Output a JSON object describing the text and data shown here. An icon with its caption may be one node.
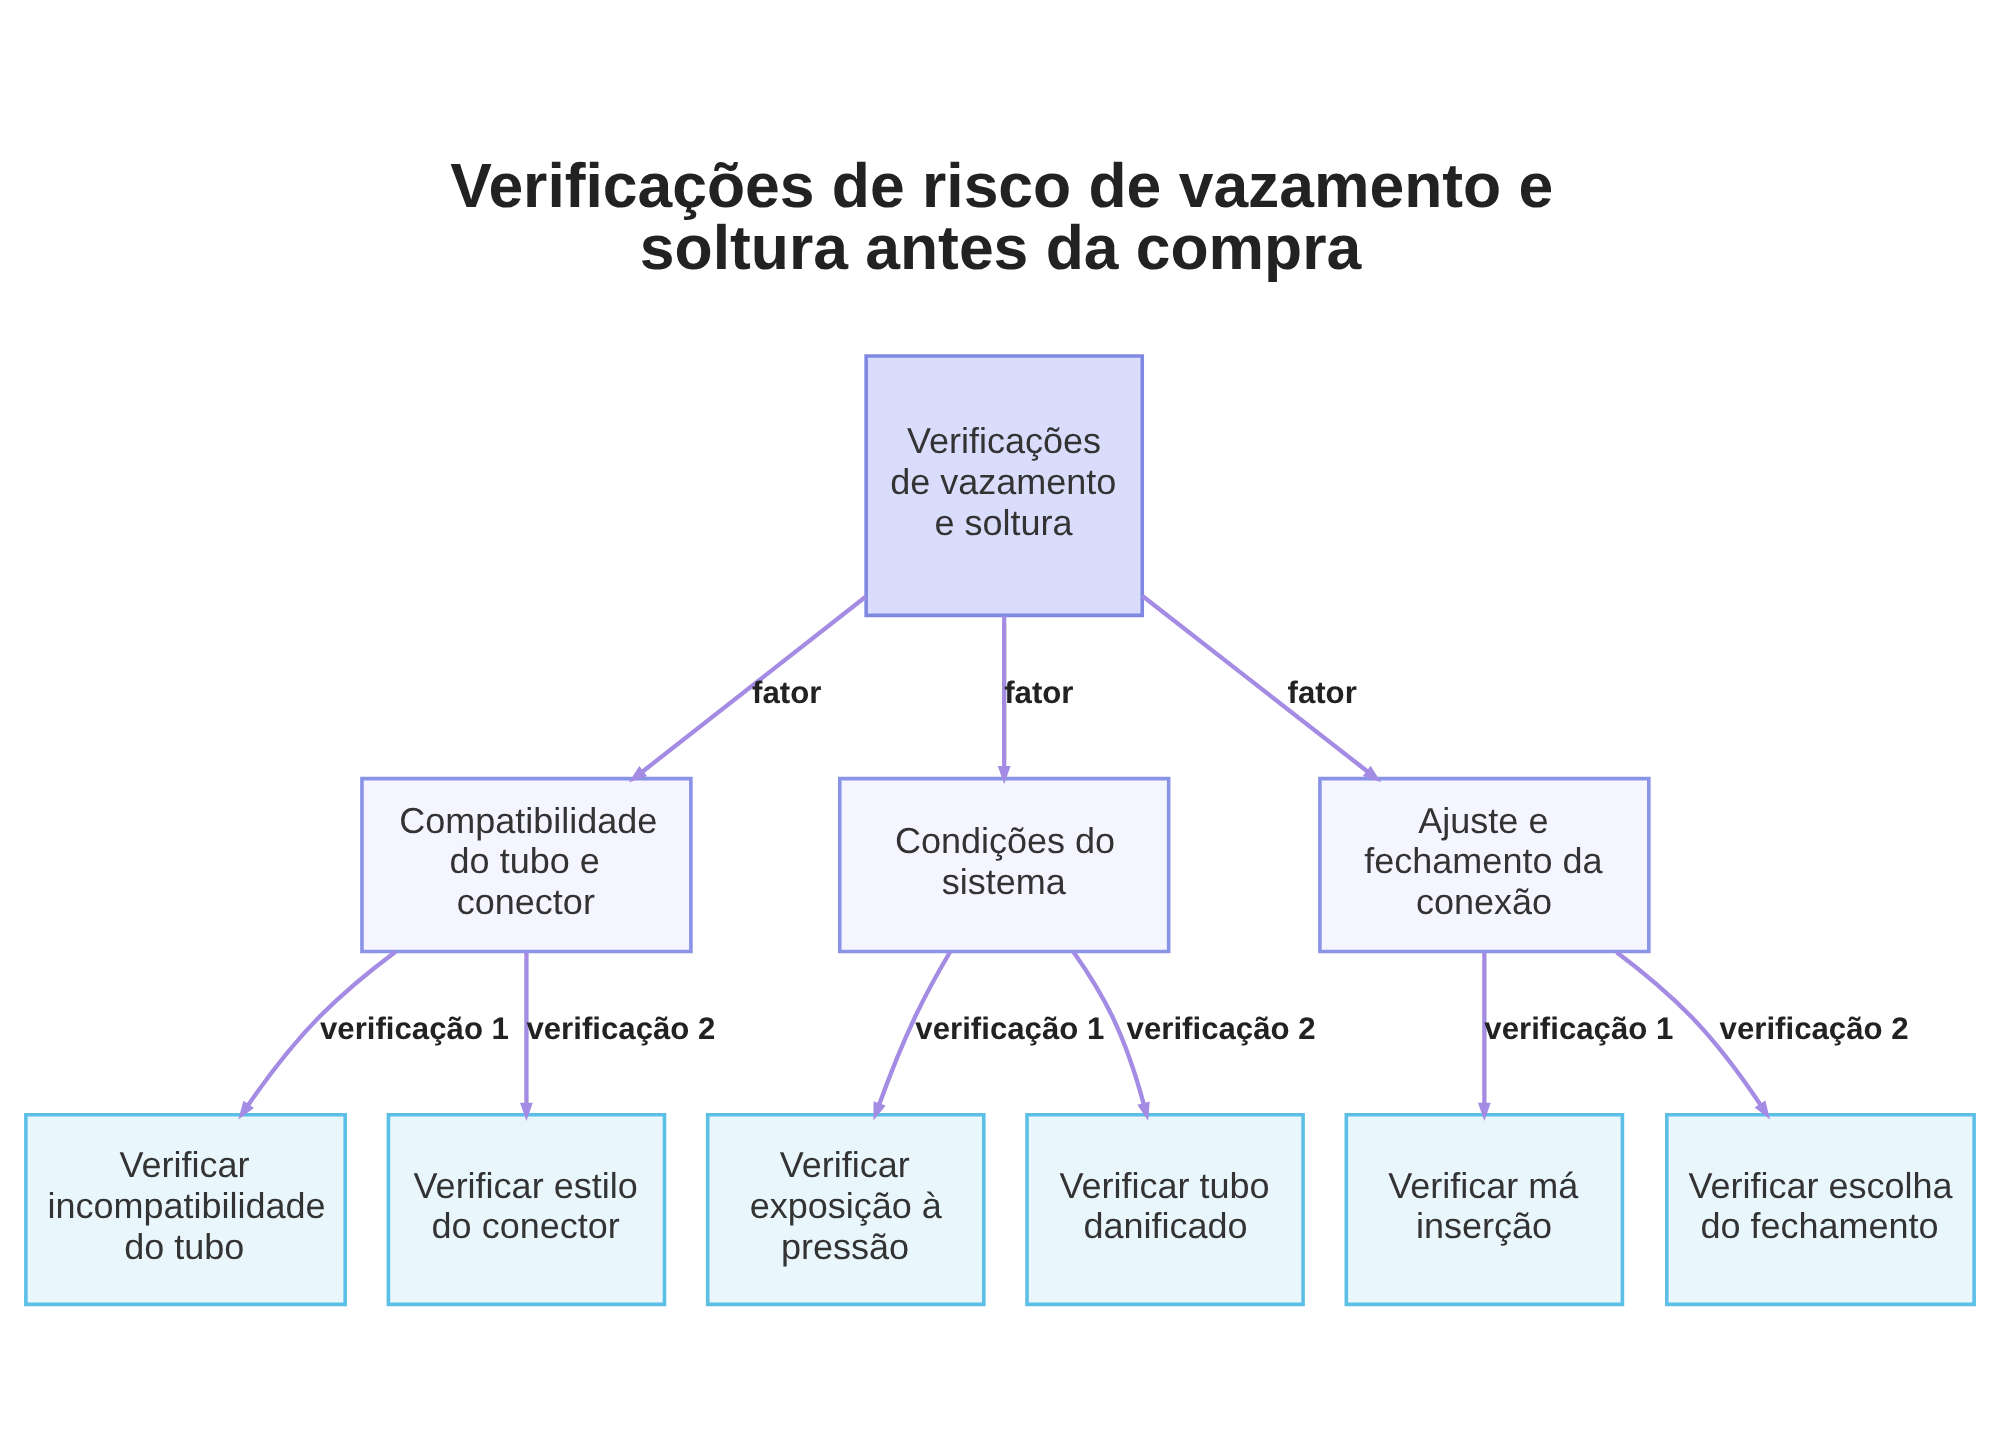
{
  "diagram": {
    "title": "Verificações de risco de vazamento e soltura antes da compra",
    "nodes": [
      {
        "text": [
          "Verificações de vazamento e soltura"
        ]
      },
      {
        "text": [
          "Compatibilidade do tubo e conector"
        ]
      },
      {
        "text": [
          "Condições do sistema"
        ]
      },
      {
        "text": [
          "Ajuste e fechamento da conexão"
        ]
      },
      {
        "text": [
          "Verificar incompatibilidade do tubo"
        ]
      },
      {
        "text": [
          "Verificar estilo do conector"
        ]
      },
      {
        "text": [
          "Verificar exposição à pressão"
        ]
      },
      {
        "text": [
          "Verificar tubo danificado"
        ]
      },
      {
        "text": [
          "Verificar má inserção"
        ]
      },
      {
        "text": [
          "Verificar escolha do fechamento"
        ]
      }
    ],
    "edges": [
      {
        "from": 0,
        "to": 1,
        "arrow": "to",
        "label": "fator"
      },
      {
        "from": 0,
        "to": 2,
        "arrow": "to",
        "label": "fator"
      },
      {
        "from": 0,
        "to": 3,
        "arrow": "to",
        "label": "fator"
      },
      {
        "from": 1,
        "to": 4,
        "arrow": "to",
        "label": "verificação 1"
      },
      {
        "from": 1,
        "to": 5,
        "arrow": "to",
        "label": "verificação 2"
      },
      {
        "from": 2,
        "to": 6,
        "arrow": "to",
        "label": "verificação 1"
      },
      {
        "from": 2,
        "to": 7,
        "arrow": "to",
        "label": "verificação 2"
      },
      {
        "from": 3,
        "to": 8,
        "arrow": "to",
        "label": "verificação 1"
      },
      {
        "from": 3,
        "to": 9,
        "arrow": "to",
        "label": "verificação 2"
      }
    ]
  }
}
